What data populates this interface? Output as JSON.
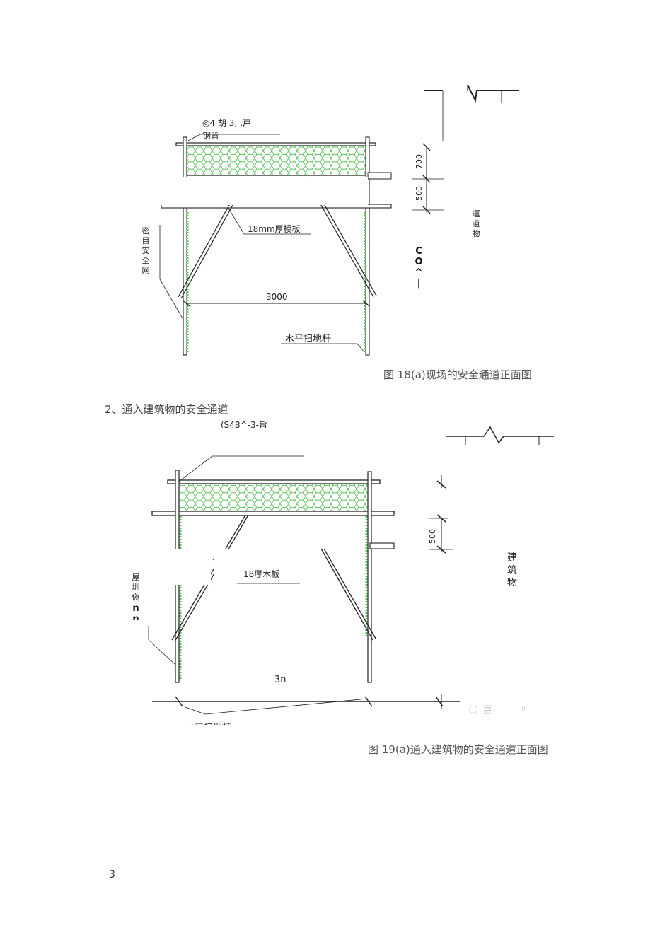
{
  "figure_a": {
    "label_top": "◎4 胡 3; .戸",
    "label_steel": "钢背",
    "label_board": "18mm厚模板",
    "label_net": "密目安全网",
    "dim_span": "3000",
    "dim_700": "700",
    "dim_500": "500",
    "label_sweep": "水平扫地杆",
    "label_transport": "運道物",
    "label_code": "CO^ |",
    "caption": "图 18(a)现场的安全通道正面图"
  },
  "section_heading": "2、通入建筑物的安全通道",
  "figure_b": {
    "label_top": "(S48^-3-旨",
    "label_board": "18厚木板",
    "label_net": "屋圳偽",
    "label_net_bold": "nn",
    "dim_span": "3n",
    "dim_500": "500",
    "label_building": "建筑物",
    "label_sweep": "水平扫地杆",
    "watermark": "🗨 豆",
    "watermark_small": "ill",
    "caption": "图 19(a)通入建筑物的安全通道正面图"
  },
  "page_number": "3"
}
